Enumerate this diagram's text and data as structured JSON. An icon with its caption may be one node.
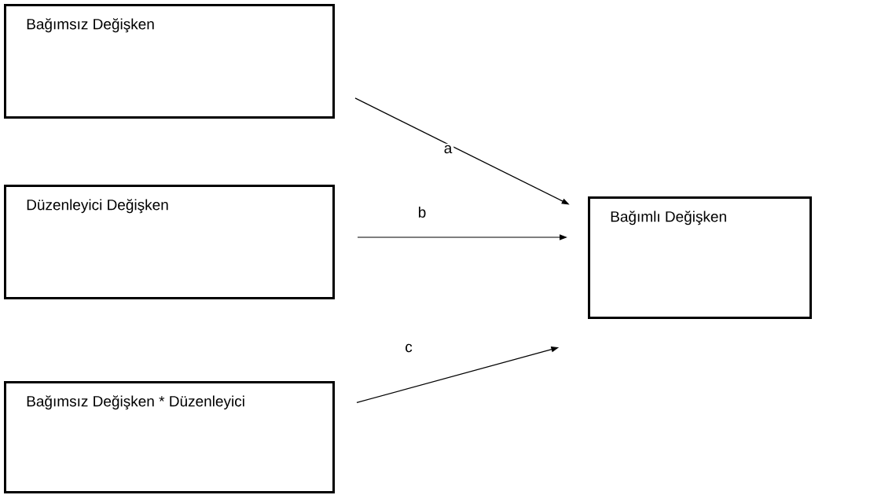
{
  "diagram": {
    "nodes": [
      {
        "text": [
          "Bağımsız Değişken"
        ]
      },
      {
        "text": [
          "Düzenleyici Değişken"
        ]
      },
      {
        "text": [
          "Bağımsız Değişken * Düzenleyici"
        ]
      },
      {
        "text": [
          "Bağımlı Değişken"
        ]
      }
    ],
    "edges": [
      {
        "from": 0,
        "to": 3,
        "arrow": "to",
        "label": "a"
      },
      {
        "from": 1,
        "to": 3,
        "arrow": "to",
        "label": "b"
      },
      {
        "from": 2,
        "to": 3,
        "arrow": "to",
        "label": "c"
      }
    ]
  }
}
